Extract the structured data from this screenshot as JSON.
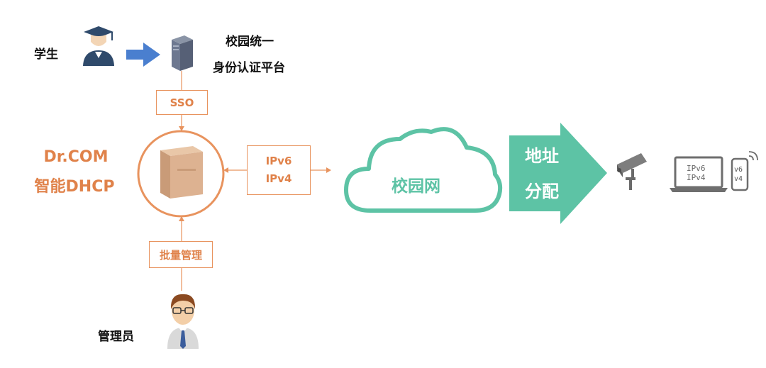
{
  "student": {
    "label": "学生"
  },
  "platform": {
    "line1": "校园统一",
    "line2": "身份认证平台"
  },
  "sso": {
    "label": "SSO"
  },
  "dhcp": {
    "line1": "Dr.COM",
    "line2": "智能DHCP"
  },
  "ip_box": {
    "line1": "IPv6",
    "line2": "IPv4"
  },
  "cloud": {
    "label": "校园网"
  },
  "address_arrow": {
    "line1": "地址",
    "line2": "分配"
  },
  "batch": {
    "label": "批量管理"
  },
  "admin": {
    "label": "管理员"
  },
  "laptop": {
    "line1": "IPv6",
    "line2": "IPv4"
  },
  "phone": {
    "line1": "v6",
    "line2": "v4"
  },
  "colors": {
    "orange": "#e0824a",
    "teal": "#5dc3a5",
    "blue_arrow": "#4a7fcf",
    "navy": "#2f4a6b",
    "gray": "#7d7d7d"
  },
  "icons": [
    "student-icon",
    "server-icon",
    "dhcp-server-icon",
    "cloud-icon",
    "camera-icon",
    "laptop-icon",
    "phone-icon",
    "admin-icon"
  ]
}
